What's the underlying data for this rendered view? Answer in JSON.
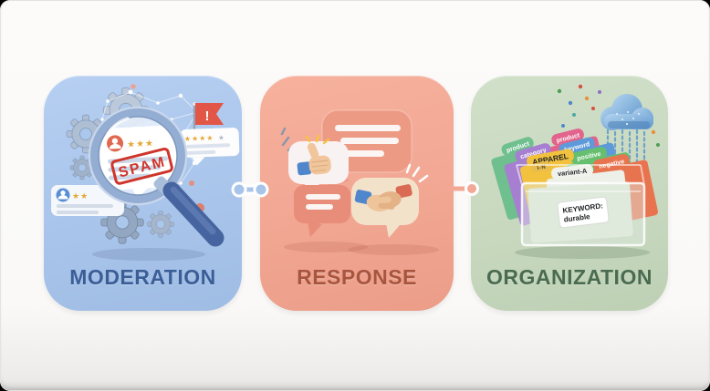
{
  "cards": [
    {
      "label": "MODERATION",
      "bg": "#a8c4ea",
      "label_color": "#3b5e97",
      "illustration": {
        "spam_stamp": "SPAM",
        "flag_alert": "!",
        "lens_review_stars": "★★★",
        "right_review_stars_gold": "★★★★",
        "right_review_stars_gray": "★",
        "left_review_stars": "★★"
      }
    },
    {
      "label": "RESPONSE",
      "bg": "#f1a692",
      "label_color": "#a7553f"
    },
    {
      "label": "ORGANIZATION",
      "bg": "#c7d8be",
      "label_color": "#4a6b50",
      "illustration": {
        "tabs": [
          {
            "text": "product",
            "color": "#6fbf8f"
          },
          {
            "text": "product",
            "color": "#e2648c"
          },
          {
            "text": "keyword",
            "color": "#5e9ad9"
          },
          {
            "text": "category",
            "color": "#a77fd1"
          },
          {
            "text": "positive",
            "color": "#66bf6e"
          },
          {
            "text": "APPAREL",
            "color": "#f2c23e"
          },
          {
            "text": "negative",
            "color": "#e8734f"
          },
          {
            "text": "I–N",
            "color": "#e8bc4e"
          },
          {
            "text": "variant-A",
            "color": "#f0f2ec"
          }
        ],
        "bin_label": {
          "line1": "KEYWORD:",
          "line2": "durable"
        }
      }
    }
  ]
}
